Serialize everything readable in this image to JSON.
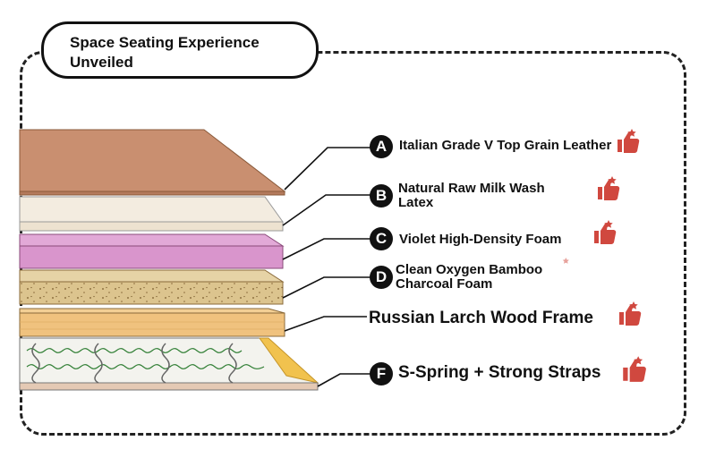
{
  "title": {
    "line1": "Space Seating Experience",
    "line2": "Unveiled"
  },
  "layers": [
    {
      "letter": "A",
      "label": "Italian Grade V Top Grain Leather",
      "color": "#c98f70"
    },
    {
      "letter": "B",
      "label_line1": "Natural Raw Milk Wash",
      "label_line2": "Latex",
      "color": "#ede2d0"
    },
    {
      "letter": "C",
      "label": "Violet High-Density Foam",
      "color": "#d995cc"
    },
    {
      "letter": "D",
      "label_line1": "Clean Oxygen Bamboo",
      "label_line2": "Charcoal Foam",
      "color": "#dcc48e"
    },
    {
      "letter": "",
      "label": "Russian Larch Wood Frame",
      "color": "#f0c27e"
    },
    {
      "letter": "F",
      "label": "S-Spring + Strong Straps",
      "color": "#2e7d32"
    }
  ],
  "icons": {
    "thumb": "thumbs-up-icon",
    "thumb_color": "#d0483f"
  }
}
